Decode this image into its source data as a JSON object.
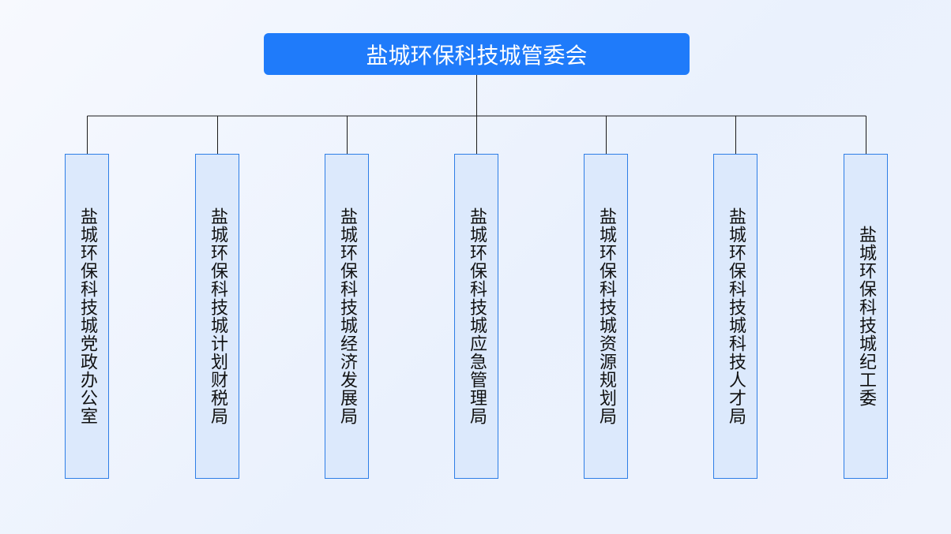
{
  "org_chart": {
    "root": {
      "label": "盐城环保科技城管委会"
    },
    "children": [
      {
        "label": "盐城环保科技城党政办公室"
      },
      {
        "label": "盐城环保科技城计划财税局"
      },
      {
        "label": "盐城环保科技城经济发展局"
      },
      {
        "label": "盐城环保科技城应急管理局"
      },
      {
        "label": "盐城环保科技城资源规划局"
      },
      {
        "label": "盐城环保科技城科技人才局"
      },
      {
        "label": "盐城环保科技城纪工委"
      }
    ],
    "colors": {
      "root_fill": "#1f7bfa",
      "root_text": "#ffffff",
      "child_fill": "#dce9fc",
      "child_border": "#2e7ee6",
      "connector": "#1a1a1a"
    }
  }
}
